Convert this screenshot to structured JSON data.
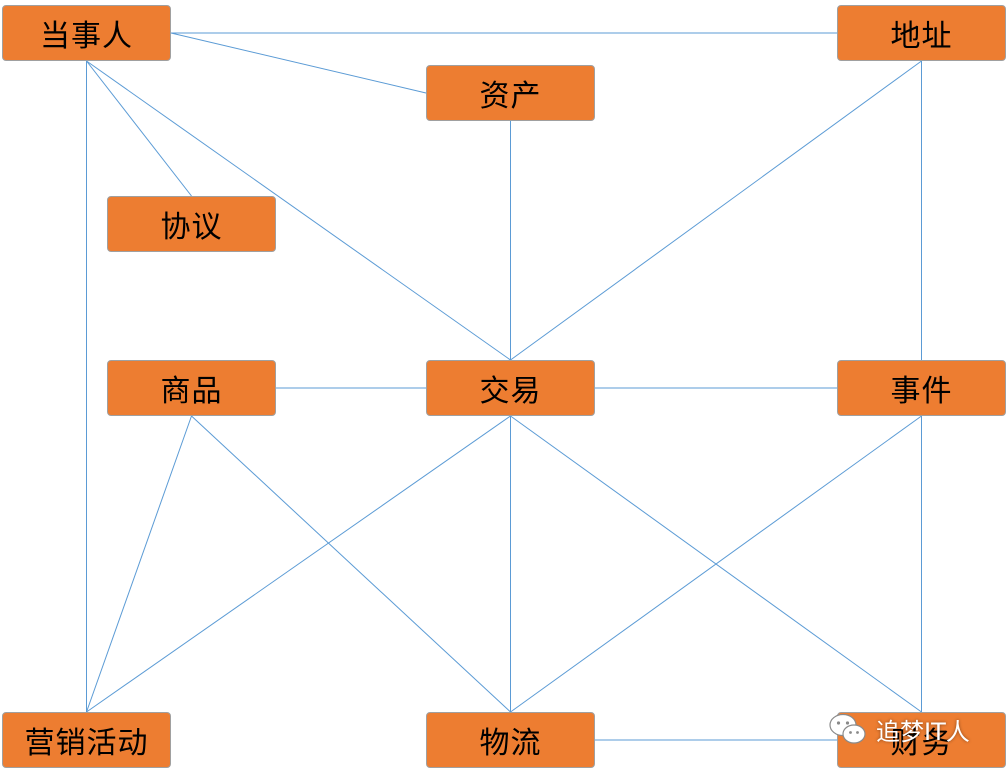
{
  "colors": {
    "node_fill": "#ed7d31",
    "edge": "#5b9bd5"
  },
  "nodes": [
    {
      "id": "dangshiren",
      "label": "当事人"
    },
    {
      "id": "dizhi",
      "label": "地址"
    },
    {
      "id": "zichan",
      "label": "资产"
    },
    {
      "id": "xieyi",
      "label": "协议"
    },
    {
      "id": "shangpin",
      "label": "商品"
    },
    {
      "id": "jiaoyi",
      "label": "交易"
    },
    {
      "id": "shijian",
      "label": "事件"
    },
    {
      "id": "yingxiao",
      "label": "营销活动"
    },
    {
      "id": "wuliu",
      "label": "物流"
    },
    {
      "id": "caiwu",
      "label": "财务"
    }
  ],
  "edges": [
    [
      "dangshiren",
      "dizhi"
    ],
    [
      "dangshiren",
      "zichan"
    ],
    [
      "dangshiren",
      "xieyi"
    ],
    [
      "dangshiren",
      "jiaoyi"
    ],
    [
      "dangshiren",
      "yingxiao"
    ],
    [
      "zichan",
      "jiaoyi"
    ],
    [
      "dizhi",
      "jiaoyi"
    ],
    [
      "dizhi",
      "shijian"
    ],
    [
      "shangpin",
      "jiaoyi"
    ],
    [
      "jiaoyi",
      "shijian"
    ],
    [
      "shangpin",
      "yingxiao"
    ],
    [
      "shangpin",
      "wuliu"
    ],
    [
      "jiaoyi",
      "yingxiao"
    ],
    [
      "jiaoyi",
      "wuliu"
    ],
    [
      "jiaoyi",
      "caiwu"
    ],
    [
      "shijian",
      "wuliu"
    ],
    [
      "shijian",
      "caiwu"
    ],
    [
      "wuliu",
      "caiwu"
    ]
  ],
  "watermark": {
    "icon": "wechat-icon",
    "text": "追梦IT人"
  }
}
